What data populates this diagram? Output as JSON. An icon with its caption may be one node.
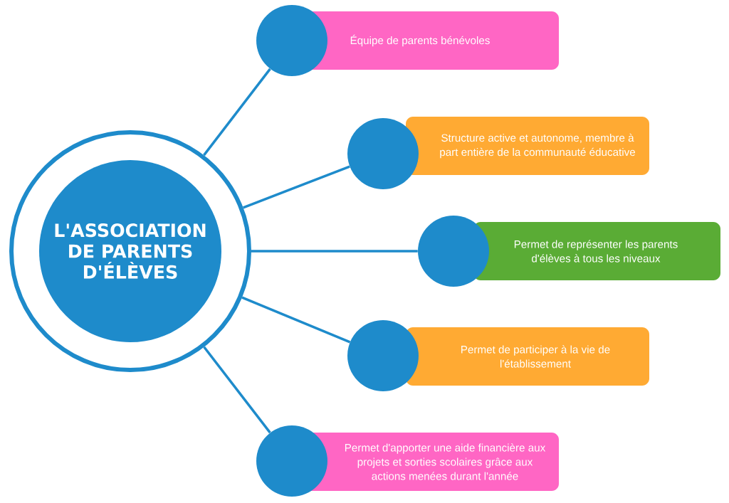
{
  "diagram": {
    "nodes": [
      {
        "text": [
          "L'ASSOCIATION DE PARENTS D'ÉLÈVES"
        ]
      },
      {
        "text": [],
        "shape": "circle"
      },
      {
        "text": [
          "Équipe de parents bénévoles"
        ]
      },
      {
        "text": [],
        "shape": "circle"
      },
      {
        "text": [
          "Structure active et autonome, membre à part entière de la communauté éducative"
        ]
      },
      {
        "text": [],
        "shape": "circle"
      },
      {
        "text": [
          "Permet de représenter les parents d'élèves à tous les niveaux"
        ]
      },
      {
        "text": [],
        "shape": "circle"
      },
      {
        "text": [
          "Permet de participer à la vie de l'établissement"
        ]
      },
      {
        "text": [],
        "shape": "circle"
      },
      {
        "text": [
          "Permet d'apporter une aide financière aux projets et sorties scolaires grâce aux actions menées durant l'année"
        ]
      }
    ],
    "edges": [
      {
        "from": 0,
        "to": 1,
        "arrow": "none"
      },
      {
        "from": 0,
        "to": 3,
        "arrow": "none"
      },
      {
        "from": 0,
        "to": 5,
        "arrow": "none"
      },
      {
        "from": 0,
        "to": 7,
        "arrow": "none"
      },
      {
        "from": 0,
        "to": 9,
        "arrow": "none"
      }
    ]
  }
}
